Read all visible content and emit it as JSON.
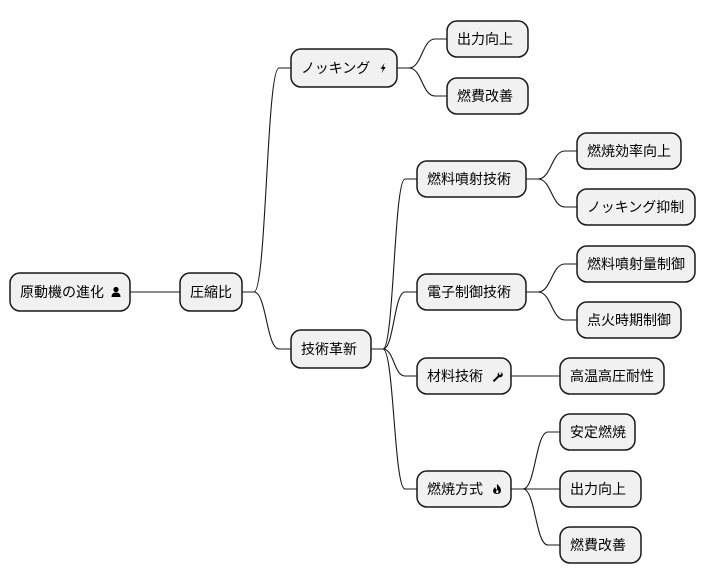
{
  "root": {
    "label": "原動機の進化",
    "icon": "user-icon",
    "children": [
      {
        "label": "圧縮比",
        "children": [
          {
            "label": "ノッキング",
            "icon": "lightning-icon",
            "children": [
              {
                "label": "出力向上"
              },
              {
                "label": "燃費改善"
              }
            ]
          },
          {
            "label": "技術革新",
            "children": [
              {
                "label": "燃料噴射技術",
                "children": [
                  {
                    "label": "燃焼効率向上"
                  },
                  {
                    "label": "ノッキング抑制"
                  }
                ]
              },
              {
                "label": "電子制御技術",
                "children": [
                  {
                    "label": "燃料噴射量制御"
                  },
                  {
                    "label": "点火時期制御"
                  }
                ]
              },
              {
                "label": "材料技術",
                "icon": "wrench-icon",
                "children": [
                  {
                    "label": "高温高圧耐性"
                  }
                ]
              },
              {
                "label": "燃焼方式",
                "icon": "fire-icon",
                "children": [
                  {
                    "label": "安定燃焼"
                  },
                  {
                    "label": "出力向上"
                  },
                  {
                    "label": "燃費改善"
                  }
                ]
              }
            ]
          }
        ]
      }
    ]
  },
  "colors": {
    "node_fill": "#f1f1f1",
    "node_stroke": "#181818",
    "edge": "#181818",
    "text": "#000000",
    "background": "#ffffff"
  }
}
